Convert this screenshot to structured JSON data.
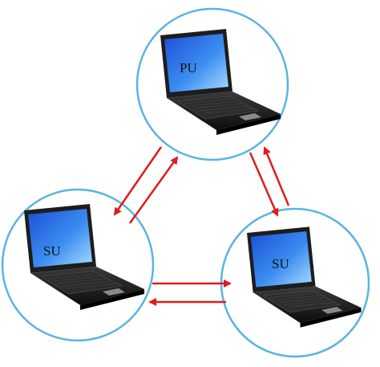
{
  "nodes": [
    {
      "id": "pu",
      "label": "PU"
    },
    {
      "id": "su-left",
      "label": "SU"
    },
    {
      "id": "su-right",
      "label": "SU"
    }
  ],
  "colors": {
    "circle_stroke": "#5ab4e0",
    "arrow": "#e01b1b",
    "screen_dark": "#1c4fd6",
    "screen_light": "#9fd7ff",
    "laptop_body": "#1d1d1d"
  },
  "icons": [
    "laptop-icon"
  ]
}
